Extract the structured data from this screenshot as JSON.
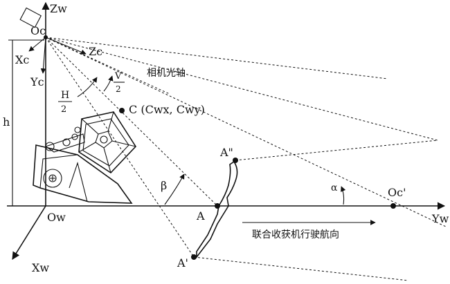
{
  "labels": {
    "z_world": "Zw",
    "y_world": "Yw",
    "x_world": "Xw",
    "origin_world": "Ow",
    "camera_origin": "Oc",
    "x_camera": "Xc",
    "y_camera": "Yc",
    "z_camera": "Zc",
    "camera_axis": "相机光轴",
    "h": "h",
    "half_h_num": "H",
    "half_h_den": "2",
    "half_v_num": "V",
    "half_v_den": "2",
    "point_c": "C (Cwx, Cwy)",
    "beta": "β",
    "alpha": "α",
    "point_a": "A",
    "point_a_double": "A\"",
    "point_a_prime": "A'",
    "point_oc_prime": "Oc'",
    "direction": "联合收获机行驶航向"
  },
  "colors": {
    "ink": "#111111",
    "background": "#ffffff"
  }
}
